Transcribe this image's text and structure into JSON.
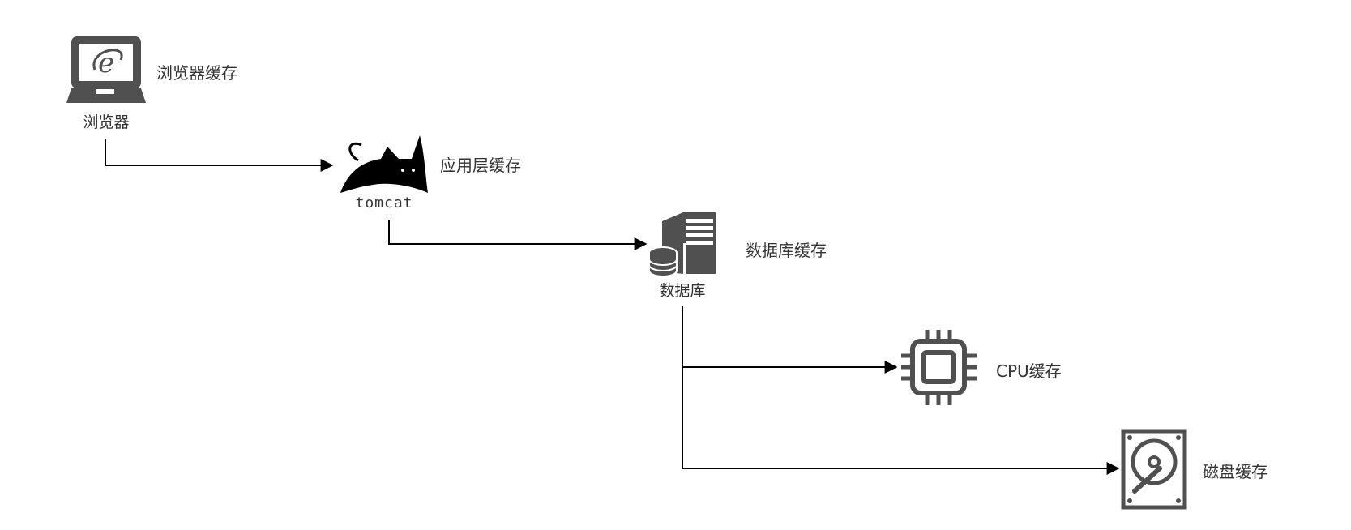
{
  "nodes": {
    "browser": {
      "label": "浏览器",
      "caption": "浏览器缓存",
      "icon": "laptop-browser-icon"
    },
    "tomcat": {
      "label": "tomcat",
      "caption": "应用层缓存",
      "icon": "tomcat-cat-icon"
    },
    "database": {
      "label": "数据库",
      "caption": "数据库缓存",
      "icon": "database-server-icon"
    },
    "cpu": {
      "label": "",
      "caption": "CPU缓存",
      "icon": "cpu-chip-icon"
    },
    "disk": {
      "label": "",
      "caption": "磁盘缓存",
      "icon": "hard-disk-icon"
    }
  },
  "edges": [
    {
      "from": "browser",
      "to": "tomcat"
    },
    {
      "from": "tomcat",
      "to": "database"
    },
    {
      "from": "database",
      "to": "cpu"
    },
    {
      "from": "database",
      "to": "disk"
    }
  ],
  "colors": {
    "icon": "#505050",
    "line": "#000000",
    "text": "#333333"
  }
}
